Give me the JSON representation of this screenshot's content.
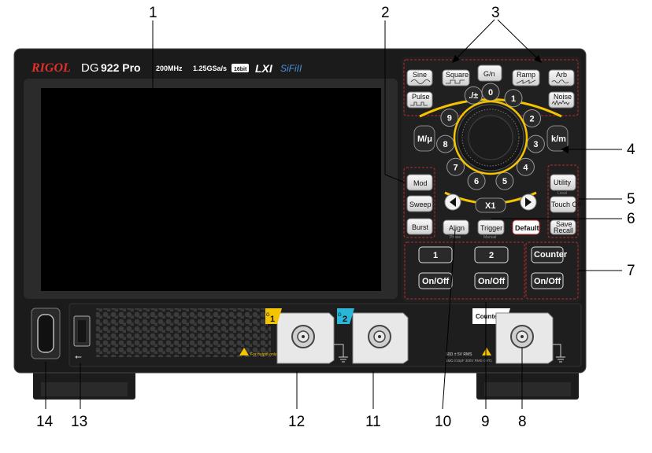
{
  "header": {
    "brand": "RIGOL",
    "series_prefix": "DG",
    "model": "922 Pro",
    "bandwidth": "200MHz",
    "sample_rate": "1.25GSa/s",
    "bit_badge": "16bit",
    "lxi_logo": "LXI",
    "sifi_logo": "SiFiII"
  },
  "waveform_keys": {
    "sine": "Sine",
    "square": "Square",
    "gn": "G/n",
    "ramp": "Ramp",
    "arb": "Arb",
    "pulse": "Pulse",
    "noise": "Noise"
  },
  "numpad": {
    "sign": "./±",
    "keys": [
      "0",
      "1",
      "2",
      "3",
      "4",
      "5",
      "6",
      "7",
      "8",
      "9"
    ],
    "mu": "M/μ",
    "km": "k/m",
    "x1": "X1"
  },
  "left_keys": {
    "mod": "Mod",
    "sweep": "Sweep",
    "burst": "Burst"
  },
  "right_keys": {
    "utility": "Utility",
    "local": "Local",
    "touch_off": "Touch Off"
  },
  "bottom_keys": {
    "align": "Align",
    "phase": "Phase",
    "trigger": "Trigger",
    "manual": "Manual",
    "default": "Default",
    "save": "Save",
    "recall": "Recall"
  },
  "channel_keys": {
    "ch1": "1",
    "ch2": "2",
    "on_off": "On/Off",
    "counter": "Counter"
  },
  "connectors": {
    "ch1_tag_g": "G",
    "ch1_tag_num": "1",
    "ch2_tag_g": "G",
    "ch2_tag_num": "2",
    "output_note": "For output only",
    "counter_tag": "Counter",
    "counter_spec_1": "50Ω ± 5V RMS",
    "counter_spec_2": "1MΩ //15pF 300V RMS  CAT1"
  },
  "callouts": {
    "c1": "1",
    "c2": "2",
    "c3": "3",
    "c4": "4",
    "c5": "5",
    "c6": "6",
    "c7": "7",
    "c8": "8",
    "c9": "9",
    "c10": "10",
    "c11": "11",
    "c12": "12",
    "c13": "13",
    "c14": "14"
  },
  "colors": {
    "panel": "#1a1a1a",
    "screen": "#000000",
    "accent_yellow": "#f4c400",
    "accent_cyan": "#29b6d8",
    "group_border": "#c0282c",
    "brand_red": "#e0302a"
  }
}
